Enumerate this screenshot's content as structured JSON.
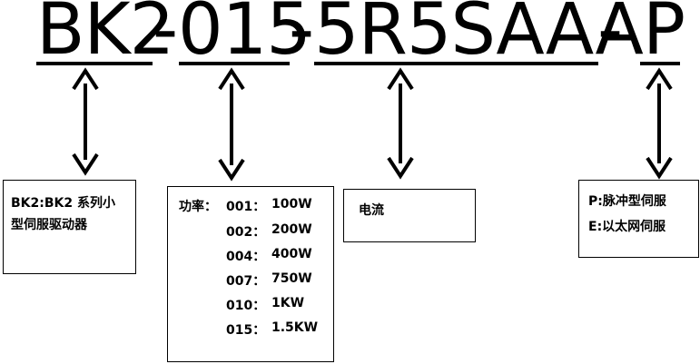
{
  "code": {
    "prefix": "BK2",
    "dash1": "-",
    "power": "015",
    "dash2": "-",
    "current": "5R5SAAA",
    "dash3": "-",
    "type": "P"
  },
  "boxes": {
    "series": {
      "line1": "BK2:BK2 系列小",
      "line2": "型伺服驱动器"
    },
    "power": {
      "label": "功率：",
      "items": [
        {
          "code": "001：",
          "value": "100W"
        },
        {
          "code": "002：",
          "value": "200W"
        },
        {
          "code": "004：",
          "value": "400W"
        },
        {
          "code": "007：",
          "value": "750W"
        },
        {
          "code": "010：",
          "value": "1KW"
        },
        {
          "code": "015：",
          "value": "1.5KW"
        }
      ]
    },
    "current": {
      "label": "电流"
    },
    "type": {
      "line1": "P:脉冲型伺服",
      "line2": "E:以太网伺服"
    }
  }
}
